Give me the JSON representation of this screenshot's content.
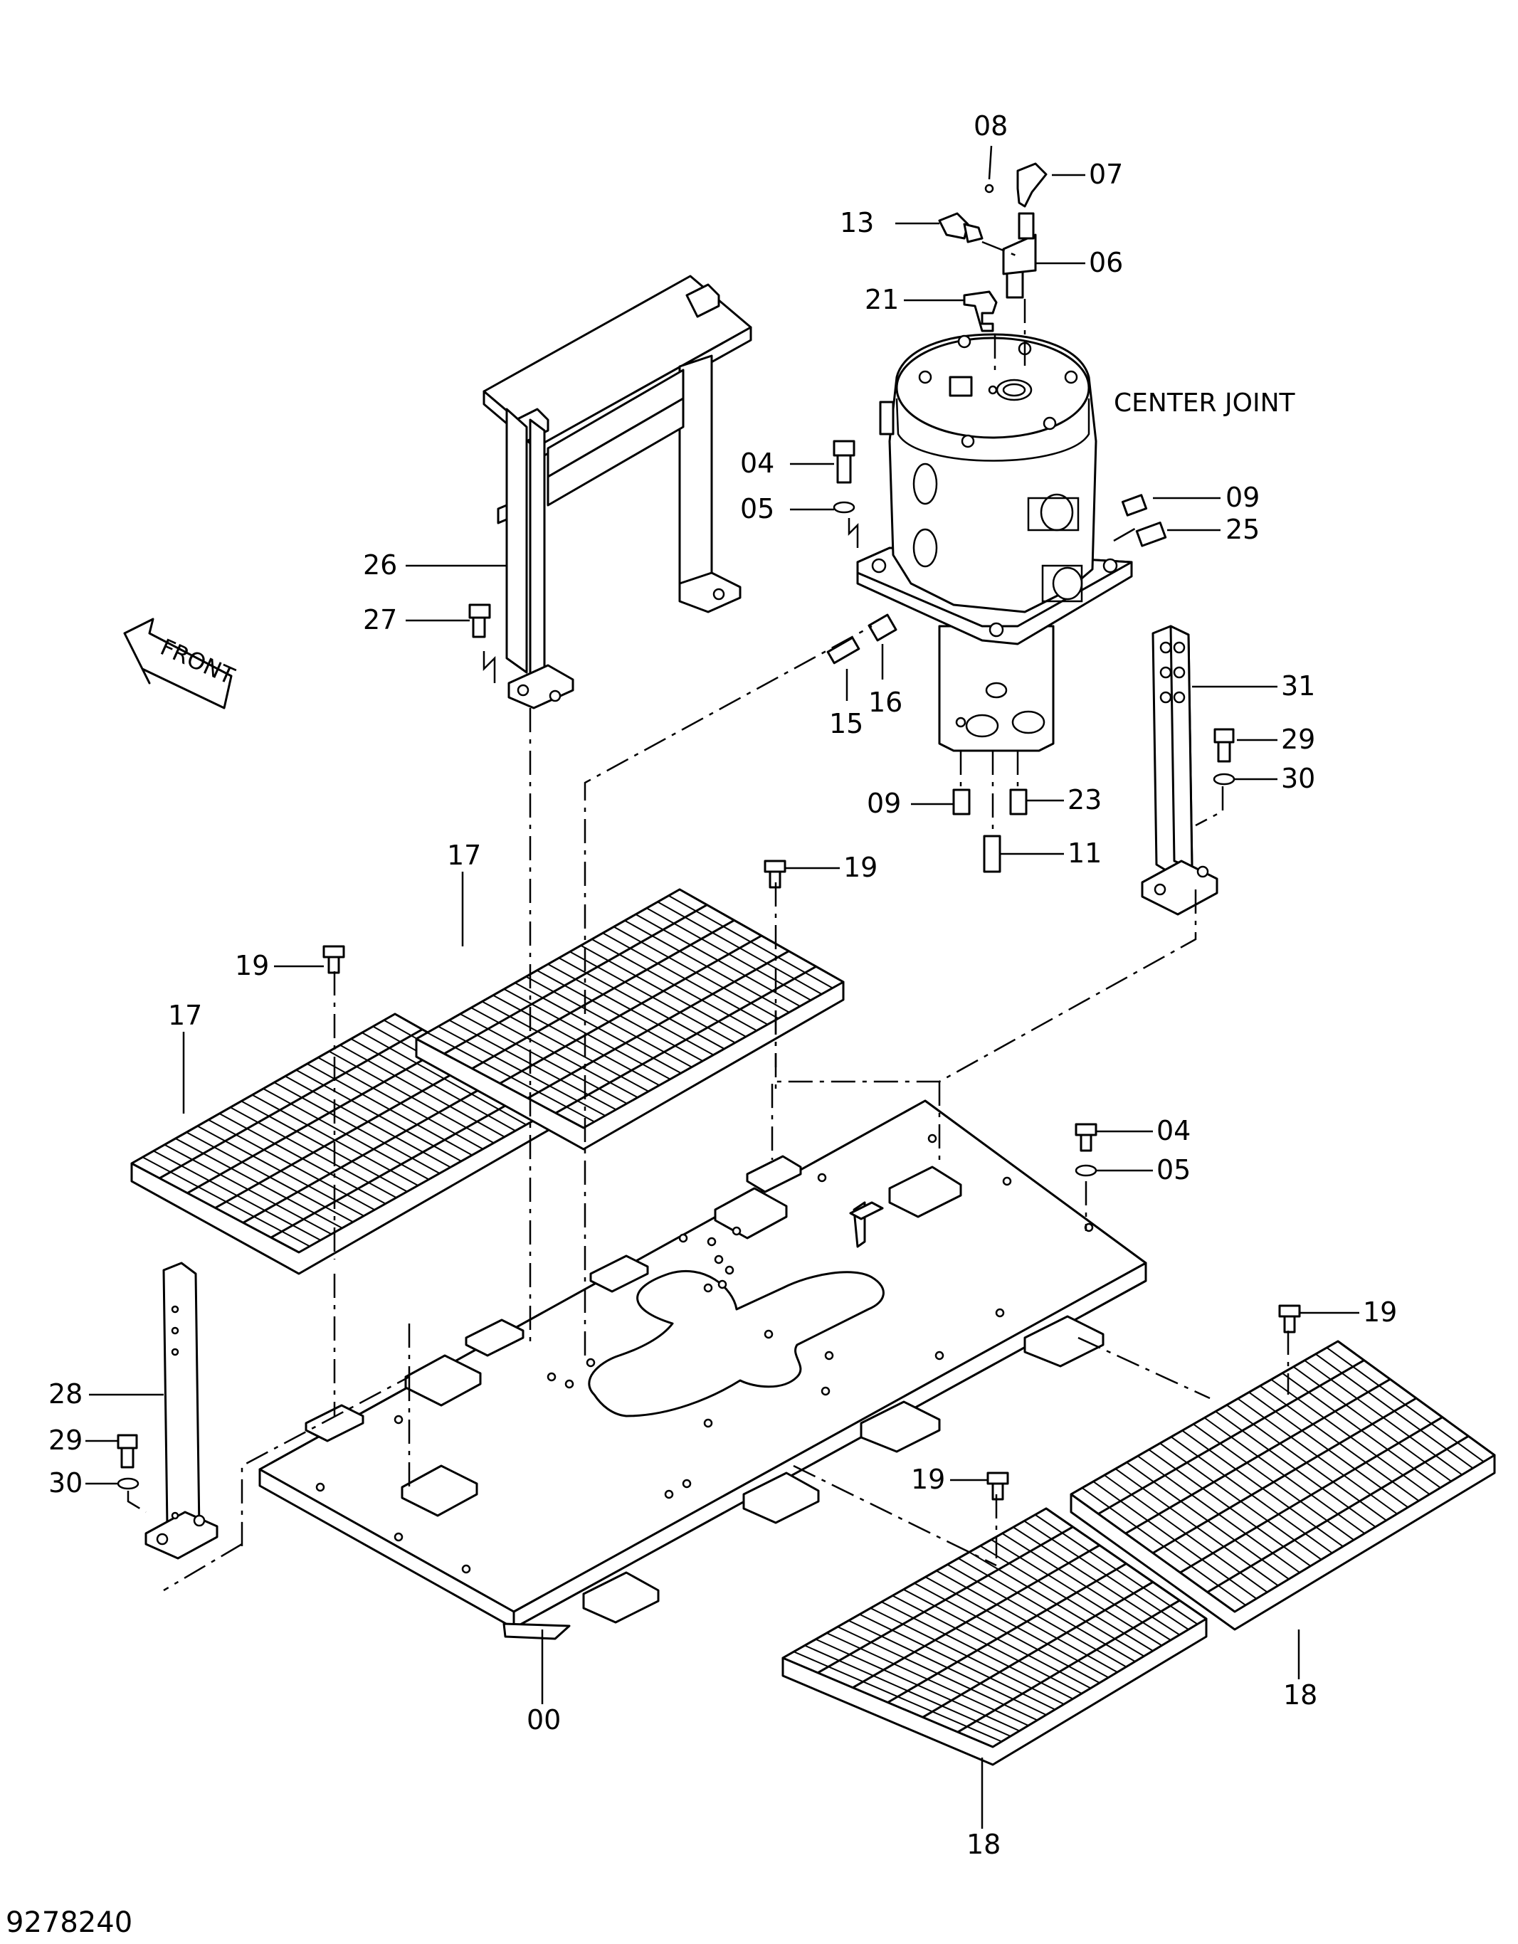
{
  "diagram_number": "9278240",
  "caption_center_joint": "CENTER JOINT",
  "caption_front": "FRONT",
  "callouts": [
    {
      "id": "c-08",
      "label": "08"
    },
    {
      "id": "c-07",
      "label": "07"
    },
    {
      "id": "c-13",
      "label": "13"
    },
    {
      "id": "c-06",
      "label": "06"
    },
    {
      "id": "c-21",
      "label": "21"
    },
    {
      "id": "c-04a",
      "label": "04"
    },
    {
      "id": "c-05a",
      "label": "05"
    },
    {
      "id": "c-09a",
      "label": "09"
    },
    {
      "id": "c-25",
      "label": "25"
    },
    {
      "id": "c-26",
      "label": "26"
    },
    {
      "id": "c-27",
      "label": "27"
    },
    {
      "id": "c-15",
      "label": "15"
    },
    {
      "id": "c-16",
      "label": "16"
    },
    {
      "id": "c-31",
      "label": "31"
    },
    {
      "id": "c-29a",
      "label": "29"
    },
    {
      "id": "c-30a",
      "label": "30"
    },
    {
      "id": "c-09b",
      "label": "09"
    },
    {
      "id": "c-23",
      "label": "23"
    },
    {
      "id": "c-11",
      "label": "11"
    },
    {
      "id": "c-17a",
      "label": "17"
    },
    {
      "id": "c-19a",
      "label": "19"
    },
    {
      "id": "c-19b",
      "label": "19"
    },
    {
      "id": "c-17b",
      "label": "17"
    },
    {
      "id": "c-04b",
      "label": "04"
    },
    {
      "id": "c-05b",
      "label": "05"
    },
    {
      "id": "c-19c",
      "label": "19"
    },
    {
      "id": "c-28",
      "label": "28"
    },
    {
      "id": "c-29b",
      "label": "29"
    },
    {
      "id": "c-30b",
      "label": "30"
    },
    {
      "id": "c-19d",
      "label": "19"
    },
    {
      "id": "c-18a",
      "label": "18"
    },
    {
      "id": "c-00",
      "label": "00"
    },
    {
      "id": "c-18b",
      "label": "18"
    }
  ]
}
